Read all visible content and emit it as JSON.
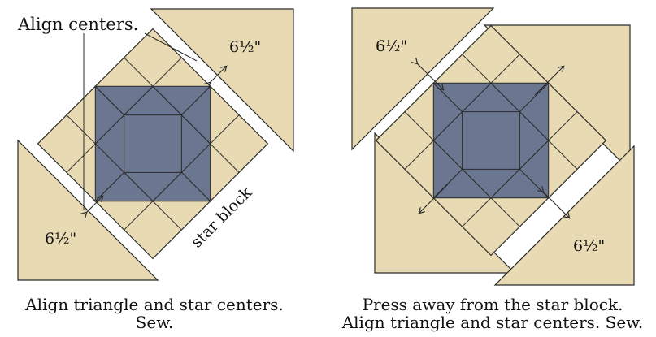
{
  "colors": {
    "fabric_tan": "#e8dbb3",
    "star_blue": "#6b7791",
    "outline": "#2a2a2a",
    "background": "#ffffff"
  },
  "left_panel": {
    "callout": "Align centers.",
    "triangle_top_label": "6½\"",
    "triangle_bottom_label": "6½\"",
    "block_label": "star block",
    "caption_line1": "Align triangle and star centers.",
    "caption_line2": "Sew."
  },
  "right_panel": {
    "triangle_top_label": "6½\"",
    "triangle_bottom_label": "6½\"",
    "caption_line1": "Press away from the star block.",
    "caption_line2": "Align triangle and star centers. Sew."
  }
}
